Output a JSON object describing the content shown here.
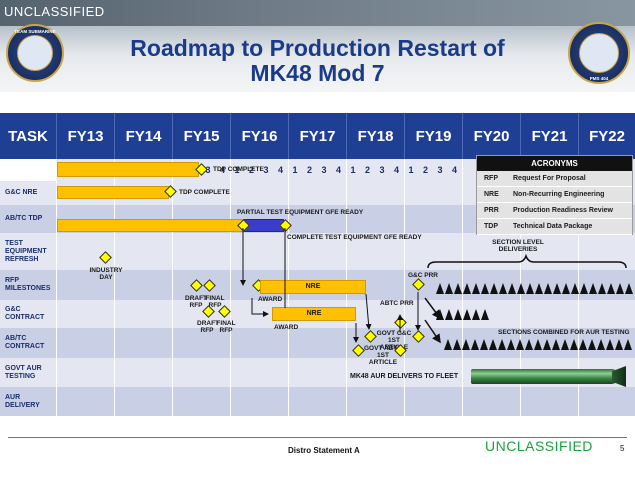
{
  "classification_top": "UNCLASSIFIED",
  "title_line1": "Roadmap to Production Restart of",
  "title_line2": "MK48 Mod 7",
  "seal_left_text": "TEAM SUBMARINE",
  "seal_right_text": "PMS 404",
  "table": {
    "task_header": "TASK",
    "fiscal_years": [
      "FY13",
      "FY14",
      "FY15",
      "FY16",
      "FY17",
      "FY18",
      "FY19",
      "FY20",
      "FY21",
      "FY22"
    ],
    "quarters": [
      "1",
      "2",
      "3",
      "4"
    ],
    "rows": [
      {
        "label": "G&C NRE"
      },
      {
        "label": "AB/TC TDP"
      },
      {
        "label": "TEST EQUIPMENT REFRESH"
      },
      {
        "label": "RFP MILESTONES"
      },
      {
        "label": "G&C CONTRACT"
      },
      {
        "label": "AB/TC CONTRACT"
      },
      {
        "label": "GOVT AUR TESTING"
      },
      {
        "label": "AUR DELIVERY"
      }
    ]
  },
  "annotations": {
    "tdp_complete_top": "TDP COMPLETE",
    "tdp_complete": "TDP COMPLETE",
    "partial_test_equipment": "PARTIAL TEST EQUIPMENT GFE READY",
    "complete_test_equipment": "COMPLETE TEST EQUIPMENT GFE READY",
    "industry_day": "INDUSTRY DAY",
    "draft_rfp": "DRAFT RFP",
    "final_rfp": "FINAL RFP",
    "award": "AWARD",
    "nre": "NRE",
    "abtc_prr": "ABTC PRR",
    "gc_prr": "G&C PRR",
    "govt_gc_first_article": "GOVT G&C 1ST ARTICLE",
    "govt_abtc_first_article": "GOVT ABTC 1ST ARTICLE",
    "section_level_deliveries": "SECTION LEVEL DELIVERIES",
    "sections_combined": "SECTIONS COMBINED FOR AUR TESTING",
    "mk48_aur_delivers": "MK48 AUR DELIVERS TO FLEET"
  },
  "acronyms": {
    "header": "ACRONYMS",
    "items": [
      {
        "key": "RFP",
        "value": "Request For Proposal"
      },
      {
        "key": "NRE",
        "value": "Non-Recurring Engineering"
      },
      {
        "key": "PRR",
        "value": "Production Readiness Review"
      },
      {
        "key": "TDP",
        "value": "Technical Data Package"
      }
    ]
  },
  "footer": {
    "distro": "Distro Statement A",
    "classification": "UNCLASSIFIED",
    "page": "5"
  },
  "colors": {
    "header_blue": "#1f3f95",
    "bar_yellow": "#ffc000",
    "bar_blue": "#3a3dcc",
    "milestone_yellow": "#ffff00",
    "footer_green": "#1aa23a"
  }
}
